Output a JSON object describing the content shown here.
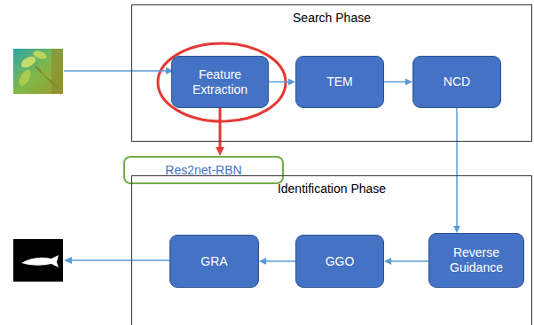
{
  "diagram": {
    "nodes": [
      {
        "text": [
          "Search Phase"
        ]
      },
      {
        "text": [
          "Feature Extraction"
        ],
        "in": 0
      },
      {
        "text": [
          "TEM"
        ],
        "in": 0
      },
      {
        "text": [
          "NCD"
        ],
        "in": 0
      },
      {
        "text": [
          "Res2net-RBN"
        ]
      },
      {
        "text": [
          "Identification Phase"
        ]
      },
      {
        "text": [
          "Reverse Guidance"
        ],
        "in": 5
      },
      {
        "text": [
          "GGO"
        ],
        "in": 5
      },
      {
        "text": [
          "GRA"
        ],
        "in": 5
      }
    ],
    "edges": [
      {
        "from": 1,
        "to": 2,
        "arrow": "to"
      },
      {
        "from": 2,
        "to": 3,
        "arrow": "to"
      },
      {
        "from": 3,
        "to": 6,
        "arrow": "to"
      },
      {
        "from": 6,
        "to": 7,
        "arrow": "to"
      },
      {
        "from": 7,
        "to": 8,
        "arrow": "to"
      },
      {
        "from": 1,
        "to": 4,
        "arrow": "to"
      }
    ]
  }
}
